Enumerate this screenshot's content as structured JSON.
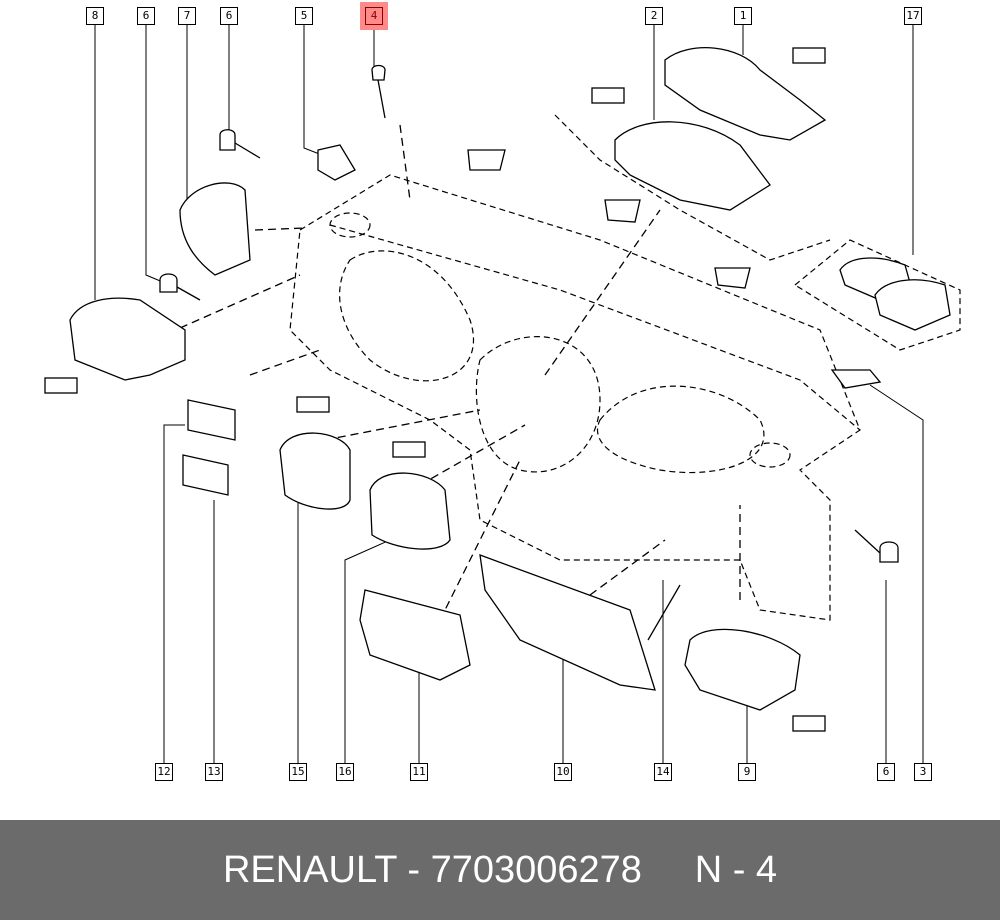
{
  "callouts_top": [
    {
      "id": "8"
    },
    {
      "id": "6"
    },
    {
      "id": "7"
    },
    {
      "id": "6"
    },
    {
      "id": "5"
    },
    {
      "id": "4",
      "highlighted": true
    },
    {
      "id": "2"
    },
    {
      "id": "1"
    },
    {
      "id": "17"
    }
  ],
  "callouts_bottom": [
    {
      "id": "12"
    },
    {
      "id": "13"
    },
    {
      "id": "15"
    },
    {
      "id": "16"
    },
    {
      "id": "11"
    },
    {
      "id": "10"
    },
    {
      "id": "14"
    },
    {
      "id": "9"
    },
    {
      "id": "6"
    },
    {
      "id": "3"
    }
  ],
  "highlight_color": "#ff8a8a",
  "footer": {
    "text": "RENAULT - 7703006278     N - 4"
  }
}
